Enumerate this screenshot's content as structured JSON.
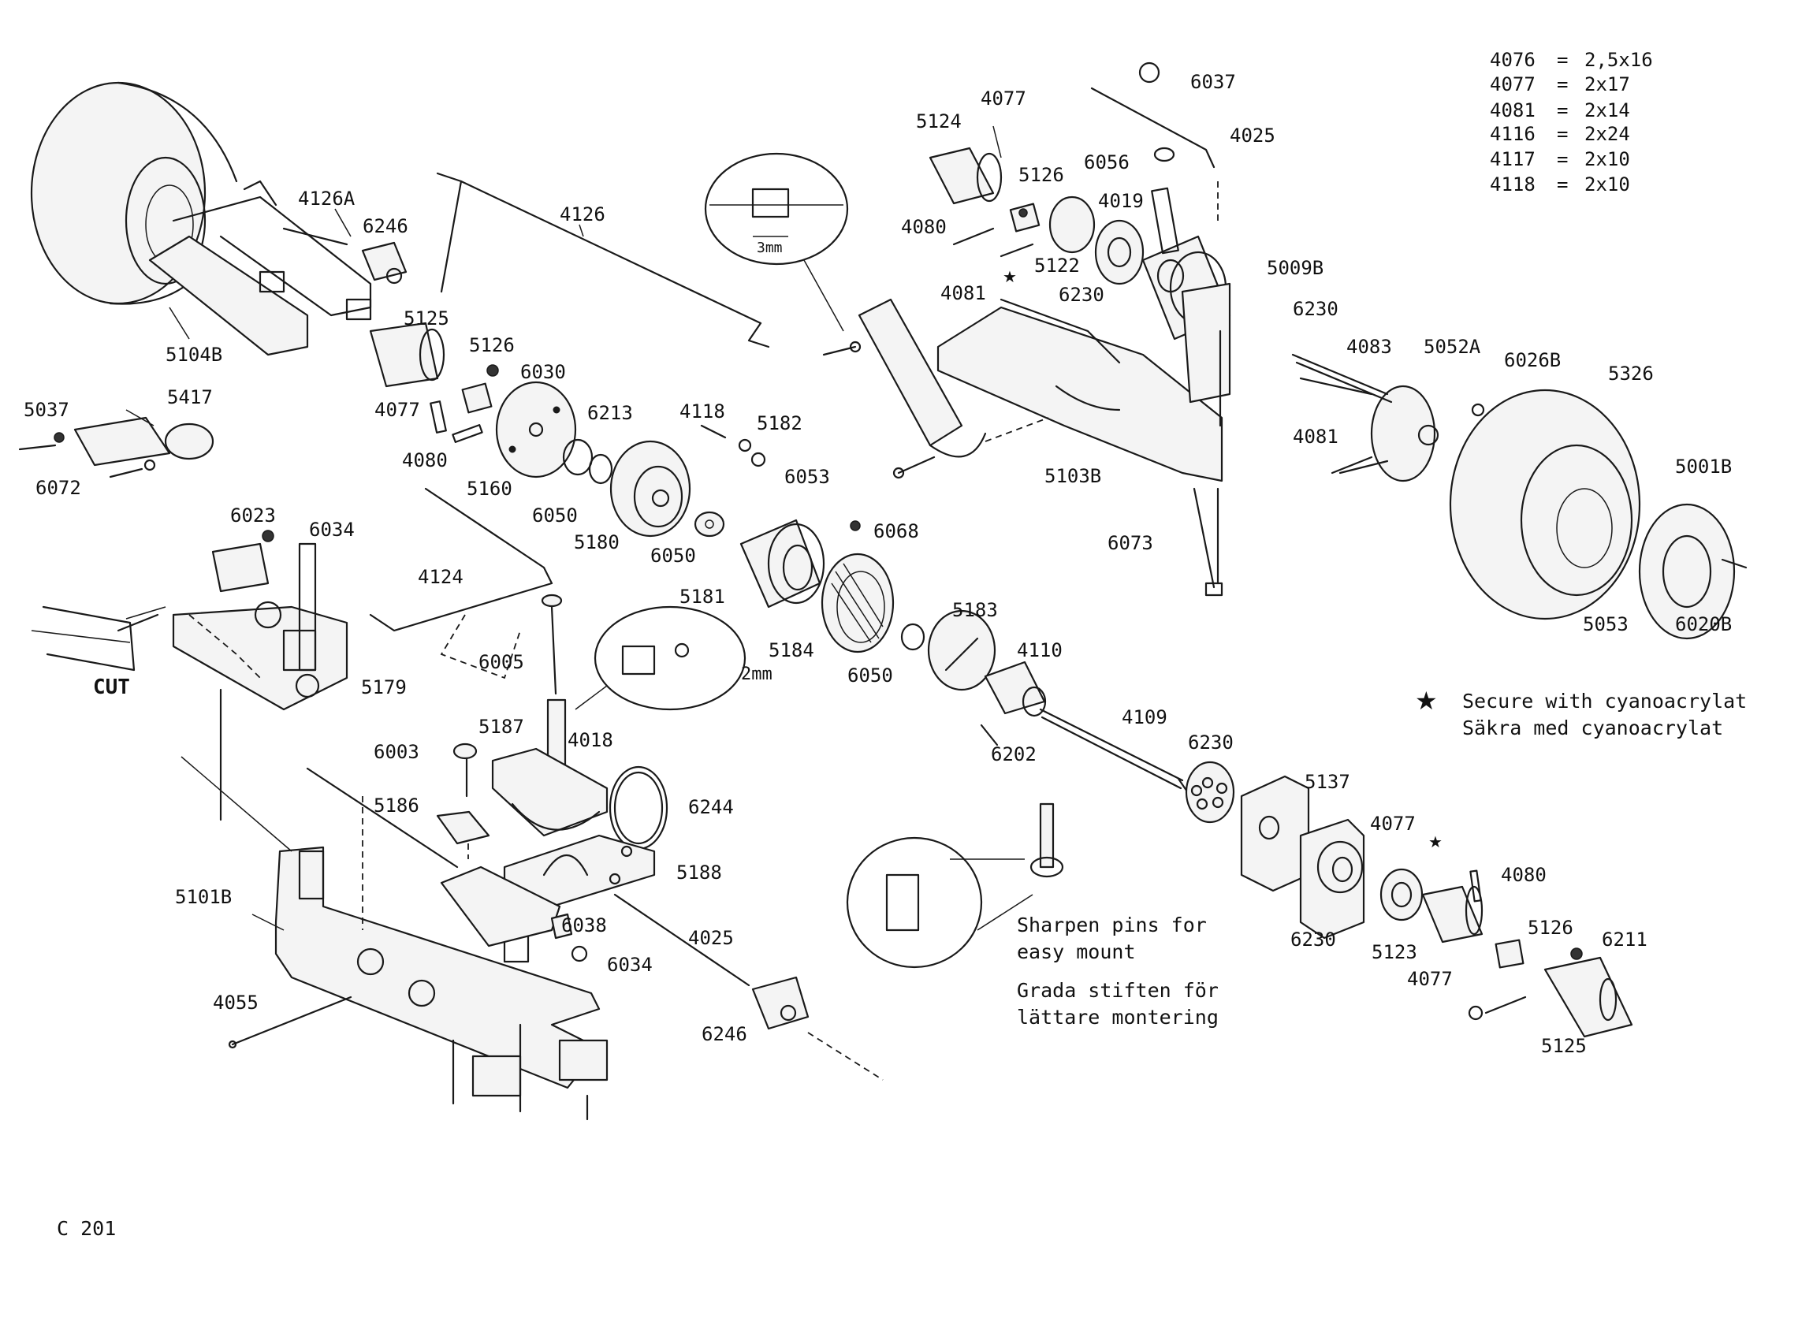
{
  "legend": [
    {
      "part": "4076",
      "size": "2,5x16"
    },
    {
      "part": "4077",
      "size": "2x17"
    },
    {
      "part": "4081",
      "size": "2x14"
    },
    {
      "part": "4116",
      "size": "2x24"
    },
    {
      "part": "4117",
      "size": "2x10"
    },
    {
      "part": "4118",
      "size": "2x10"
    }
  ],
  "legend_eq": "=",
  "notes": {
    "star": "★",
    "secure_en": "Secure with cyanoacrylat",
    "secure_sv": "Säkra med cyanoacrylat",
    "sharpen_en_1": "Sharpen pins for",
    "sharpen_en_2": "easy mount",
    "sharpen_sv_1": "Grada stiften för",
    "sharpen_sv_2": "lättare montering",
    "cut": "CUT",
    "dim_3mm": "3mm",
    "dim_2mm": "2mm",
    "page_code": "C 201"
  },
  "parts": [
    {
      "id": "p6037",
      "text": "6037"
    },
    {
      "id": "p4077a",
      "text": "4077"
    },
    {
      "id": "p4025a",
      "text": "4025"
    },
    {
      "id": "p5124",
      "text": "5124"
    },
    {
      "id": "p6056",
      "text": "6056"
    },
    {
      "id": "p5126a",
      "text": "5126"
    },
    {
      "id": "p4019",
      "text": "4019"
    },
    {
      "id": "p4080a",
      "text": "4080"
    },
    {
      "id": "p5122",
      "text": "5122"
    },
    {
      "id": "p5009b",
      "text": "5009B"
    },
    {
      "id": "p4081a",
      "text": "4081"
    },
    {
      "id": "p6230a",
      "text": "6230"
    },
    {
      "id": "p6230b",
      "text": "6230"
    },
    {
      "id": "p4126a",
      "text": "4126A"
    },
    {
      "id": "p4126",
      "text": "4126"
    },
    {
      "id": "p6246a",
      "text": "6246"
    },
    {
      "id": "p5125a",
      "text": "5125"
    },
    {
      "id": "p5104b",
      "text": "5104B"
    },
    {
      "id": "p5126b",
      "text": "5126"
    },
    {
      "id": "p6030",
      "text": "6030"
    },
    {
      "id": "p4077b",
      "text": "4077"
    },
    {
      "id": "p5037",
      "text": "5037"
    },
    {
      "id": "p5417",
      "text": "5417"
    },
    {
      "id": "p4080b",
      "text": "4080"
    },
    {
      "id": "p5160",
      "text": "5160"
    },
    {
      "id": "p6213",
      "text": "6213"
    },
    {
      "id": "p4118",
      "text": "4118"
    },
    {
      "id": "p5182",
      "text": "5182"
    },
    {
      "id": "p6053",
      "text": "6053"
    },
    {
      "id": "p6072",
      "text": "6072"
    },
    {
      "id": "p6050a",
      "text": "6050"
    },
    {
      "id": "p5180",
      "text": "5180"
    },
    {
      "id": "p6050b",
      "text": "6050"
    },
    {
      "id": "p6068",
      "text": "6068"
    },
    {
      "id": "p5181",
      "text": "5181"
    },
    {
      "id": "p6023",
      "text": "6023"
    },
    {
      "id": "p6034a",
      "text": "6034"
    },
    {
      "id": "p4124",
      "text": "4124"
    },
    {
      "id": "p5103b",
      "text": "5103B"
    },
    {
      "id": "p6073",
      "text": "6073"
    },
    {
      "id": "p4083",
      "text": "4083"
    },
    {
      "id": "p5052a",
      "text": "5052A"
    },
    {
      "id": "p6026b",
      "text": "6026B"
    },
    {
      "id": "p5326",
      "text": "5326"
    },
    {
      "id": "p4081b",
      "text": "4081"
    },
    {
      "id": "p5001b",
      "text": "5001B"
    },
    {
      "id": "p5053",
      "text": "5053"
    },
    {
      "id": "p6020b",
      "text": "6020B"
    },
    {
      "id": "p5179",
      "text": "5179"
    },
    {
      "id": "p6005",
      "text": "6005"
    },
    {
      "id": "p5184",
      "text": "5184"
    },
    {
      "id": "p6050c",
      "text": "6050"
    },
    {
      "id": "p5183",
      "text": "5183"
    },
    {
      "id": "p4110",
      "text": "4110"
    },
    {
      "id": "p4109",
      "text": "4109"
    },
    {
      "id": "p6202",
      "text": "6202"
    },
    {
      "id": "p6230c",
      "text": "6230"
    },
    {
      "id": "p5187",
      "text": "5187"
    },
    {
      "id": "p4018",
      "text": "4018"
    },
    {
      "id": "p6003",
      "text": "6003"
    },
    {
      "id": "p6244",
      "text": "6244"
    },
    {
      "id": "p5186",
      "text": "5186"
    },
    {
      "id": "p5188",
      "text": "5188"
    },
    {
      "id": "p5137",
      "text": "5137"
    },
    {
      "id": "p4077c",
      "text": "4077"
    },
    {
      "id": "p4080c",
      "text": "4080"
    },
    {
      "id": "p5101b",
      "text": "5101B"
    },
    {
      "id": "p6038",
      "text": "6038"
    },
    {
      "id": "p4025b",
      "text": "4025"
    },
    {
      "id": "p6034b",
      "text": "6034"
    },
    {
      "id": "p6230d",
      "text": "6230"
    },
    {
      "id": "p5123",
      "text": "5123"
    },
    {
      "id": "p5126c",
      "text": "5126"
    },
    {
      "id": "p6211",
      "text": "6211"
    },
    {
      "id": "p4055",
      "text": "4055"
    },
    {
      "id": "p6246b",
      "text": "6246"
    },
    {
      "id": "p4077d",
      "text": "4077"
    },
    {
      "id": "p5125b",
      "text": "5125"
    }
  ]
}
